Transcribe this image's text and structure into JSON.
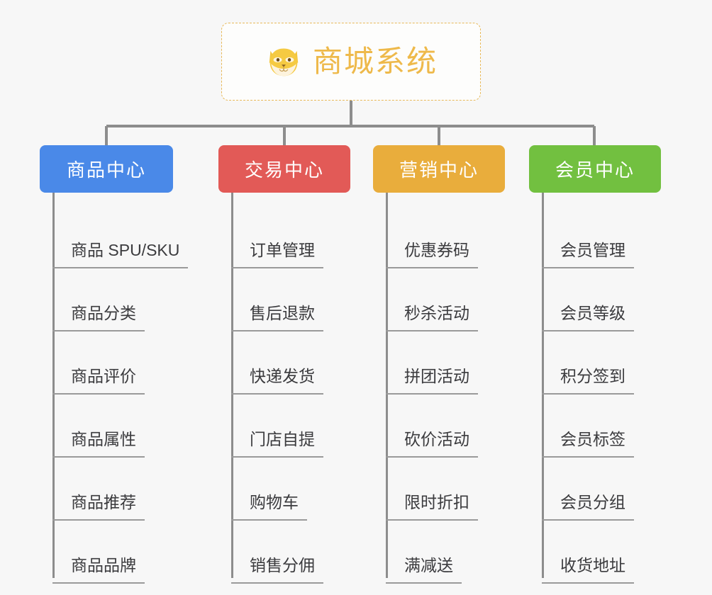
{
  "root": {
    "title": "商城系统",
    "icon": "shiba-dog-face-icon",
    "accent_color": "#eeb94a",
    "border_color": "#e8b95a"
  },
  "canvas": {
    "background_color": "#f7f7f7",
    "connector_color": "#8d8d8d",
    "leaf_line_color": "#9a9a9a",
    "leaf_text_color": "#3b3b3e"
  },
  "branches": [
    {
      "id": "goods-center",
      "label": "商品中心",
      "color": "#4a89e8",
      "items": [
        "商品 SPU/SKU",
        "商品分类",
        "商品评价",
        "商品属性",
        "商品推荐",
        "商品品牌"
      ]
    },
    {
      "id": "trade-center",
      "label": "交易中心",
      "color": "#e25a57",
      "items": [
        "订单管理",
        "售后退款",
        "快递发货",
        "门店自提",
        "购物车",
        "销售分佣"
      ]
    },
    {
      "id": "marketing-center",
      "label": "营销中心",
      "color": "#e9ad3c",
      "items": [
        "优惠券码",
        "秒杀活动",
        "拼团活动",
        "砍价活动",
        "限时折扣",
        "满减送"
      ]
    },
    {
      "id": "member-center",
      "label": "会员中心",
      "color": "#72c040",
      "items": [
        "会员管理",
        "会员等级",
        "积分签到",
        "会员标签",
        "会员分组",
        "收货地址"
      ]
    }
  ]
}
